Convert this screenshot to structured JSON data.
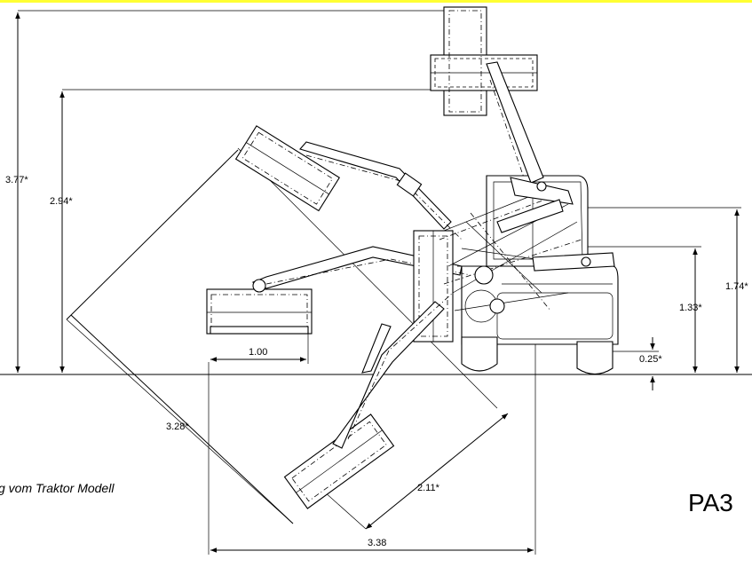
{
  "accent_color": "#ffff33",
  "dimensions": {
    "overall_height": "3.77*",
    "reach_height": "2.94*",
    "diag_reach": "3.28*",
    "diag_width": "2.11*",
    "horizontal_reach": "3.38",
    "mower_width": "1.00",
    "pivot_height": "1.74*",
    "arm_height": "1.33*",
    "ground_clearance": "0.25*"
  },
  "note": "g vom Traktor Modell",
  "model_label": "PA3"
}
